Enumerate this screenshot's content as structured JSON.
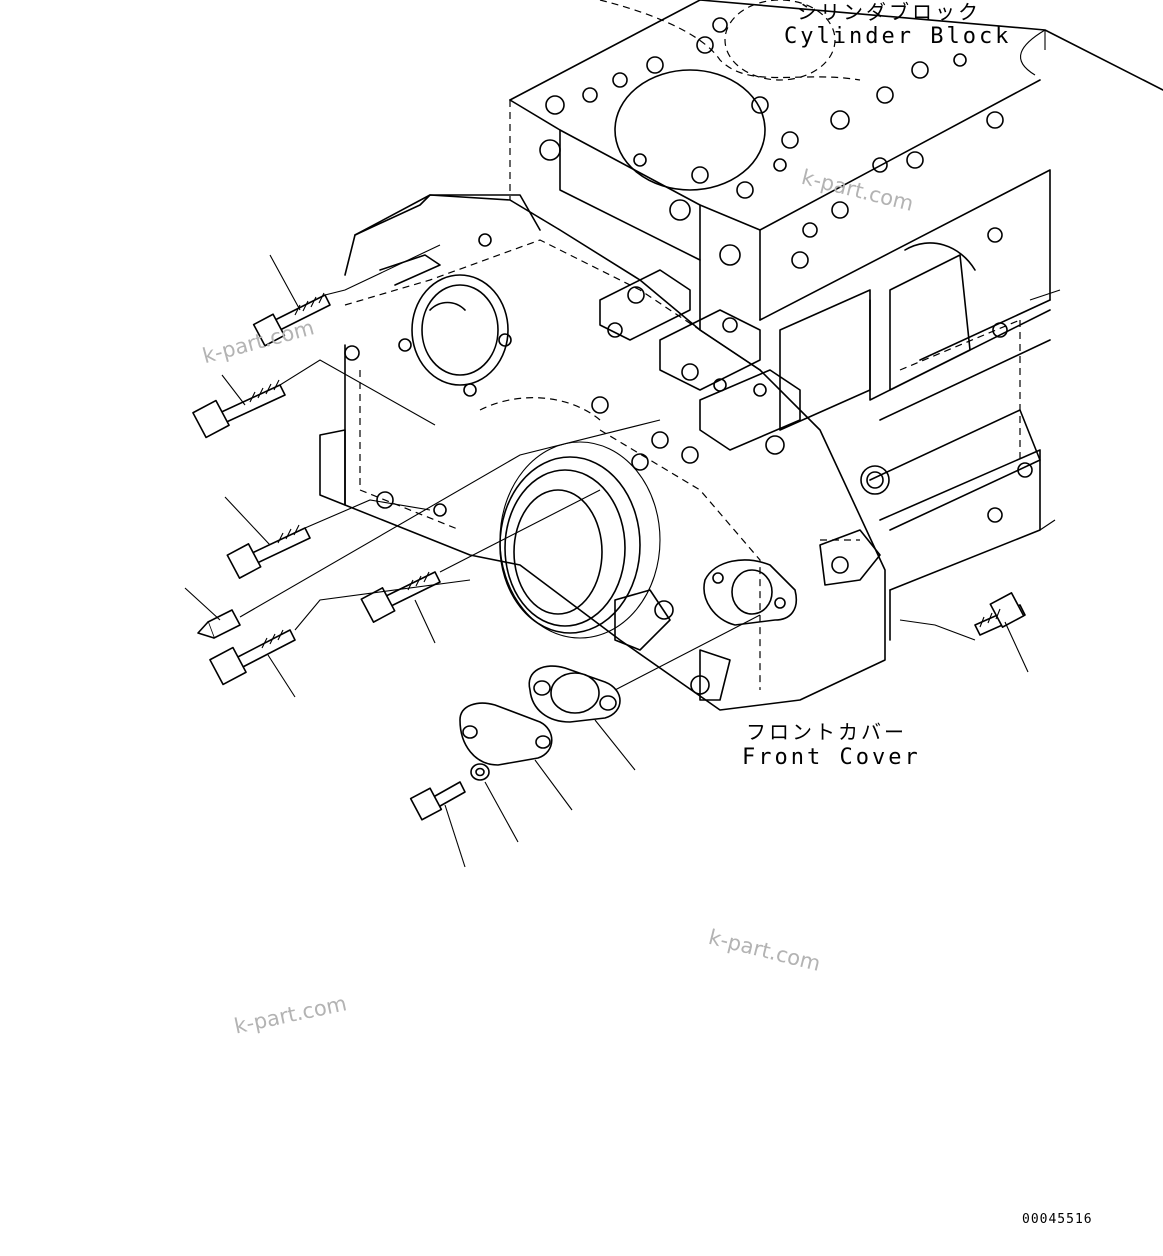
{
  "labels": {
    "cylinder_block_jp": "シリンダブロック",
    "cylinder_block_en": "Cylinder Block",
    "front_cover_jp": "フロントカバー",
    "front_cover_en": "Front Cover"
  },
  "watermarks": [
    "k-part.com",
    "k-part.com",
    "k-part.com",
    "k-part.com"
  ],
  "drawing_code": "00045516",
  "colors": {
    "line": "#000000",
    "watermark": "#b3b3b3",
    "background": "#ffffff"
  }
}
